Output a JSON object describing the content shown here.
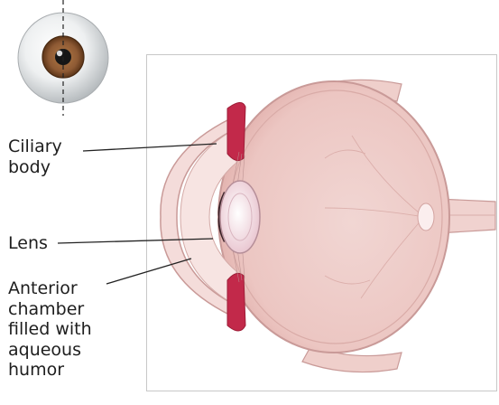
{
  "labels": {
    "ciliary_body": "Ciliary\nbody",
    "lens": "Lens",
    "anterior_chamber": "Anterior\nchamber\nfilled with\naqueous\nhumor"
  },
  "colors": {
    "eyeball_fill": "#f0d2cf",
    "sclera_outline": "#c99a98",
    "ciliary_red": "#c2294a",
    "iris_brown": "#8e5a34",
    "frame_border": "#c8c8c8",
    "label_text": "#1e1e1e"
  }
}
